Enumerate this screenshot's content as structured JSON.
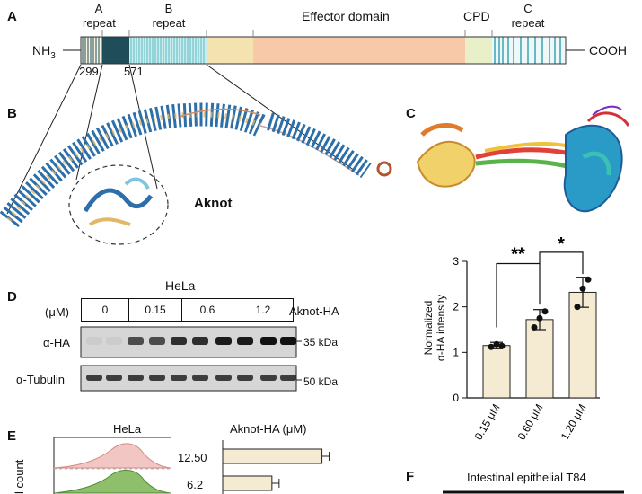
{
  "panels": {
    "A": "A",
    "B": "B",
    "C": "C",
    "D": "D",
    "E": "E",
    "F": "F"
  },
  "panelA": {
    "n_term": "NH",
    "n_sub": "3",
    "c_term": "COOH",
    "domains": [
      "A\nrepeat",
      "B\nrepeat",
      "Effector domain",
      "CPD",
      "C\nrepeat"
    ],
    "domain_a1": "A",
    "domain_a2": "repeat",
    "domain_b1": "B",
    "domain_b2": "repeat",
    "domain_eff": "Effector domain",
    "domain_cpd": "CPD",
    "domain_c1": "C",
    "domain_c2": "repeat",
    "pos1": "299",
    "pos2": "571",
    "colors": {
      "a_repeat": "#1f4e5a",
      "b_repeat": "#8fd1d6",
      "effector": "#f7c9a8",
      "cpd": "#e9efc8",
      "wheat": "#f4e3b0"
    }
  },
  "panelB": {
    "label": "Aknot"
  },
  "panelD": {
    "cell": "HeLa",
    "unit": "(μM)",
    "concs": [
      "0",
      "0.15",
      "0.6",
      "1.2"
    ],
    "construct": "Aknot-HA",
    "row1": "α-HA",
    "row2": "α-Tubulin",
    "mw1": "35 kDa",
    "mw2": "50 kDa"
  },
  "panelE": {
    "cell": "HeLa",
    "header": "Aknot-HA (μM)",
    "vals": [
      "12.50",
      "6.2"
    ],
    "ylabel": "l count"
  },
  "panelF": {
    "title": "Intestinal epithelial T84"
  },
  "chart_data": {
    "type": "bar",
    "categories": [
      "0.15 μM",
      "0.60 μM",
      "1.20 μM"
    ],
    "values": [
      1.15,
      1.72,
      2.32
    ],
    "errors": [
      0.07,
      0.22,
      0.33
    ],
    "points": [
      [
        1.12,
        1.18,
        1.14
      ],
      [
        1.55,
        1.75,
        1.9
      ],
      [
        2.0,
        2.4,
        2.6
      ]
    ],
    "ylabel": "Normalized α-HA intensity",
    "ylabel1": "Normalized",
    "ylabel2": "α-HA intensity",
    "ylim": [
      0,
      3
    ],
    "yticks": [
      "0",
      "1",
      "2",
      "3"
    ],
    "sig1": "**",
    "sig2": "*",
    "bar_color": "#f5ebd3"
  },
  "chart_e": {
    "type": "bar",
    "values": [
      12.5,
      6.2
    ],
    "bar_color": "#f5ebd3"
  }
}
